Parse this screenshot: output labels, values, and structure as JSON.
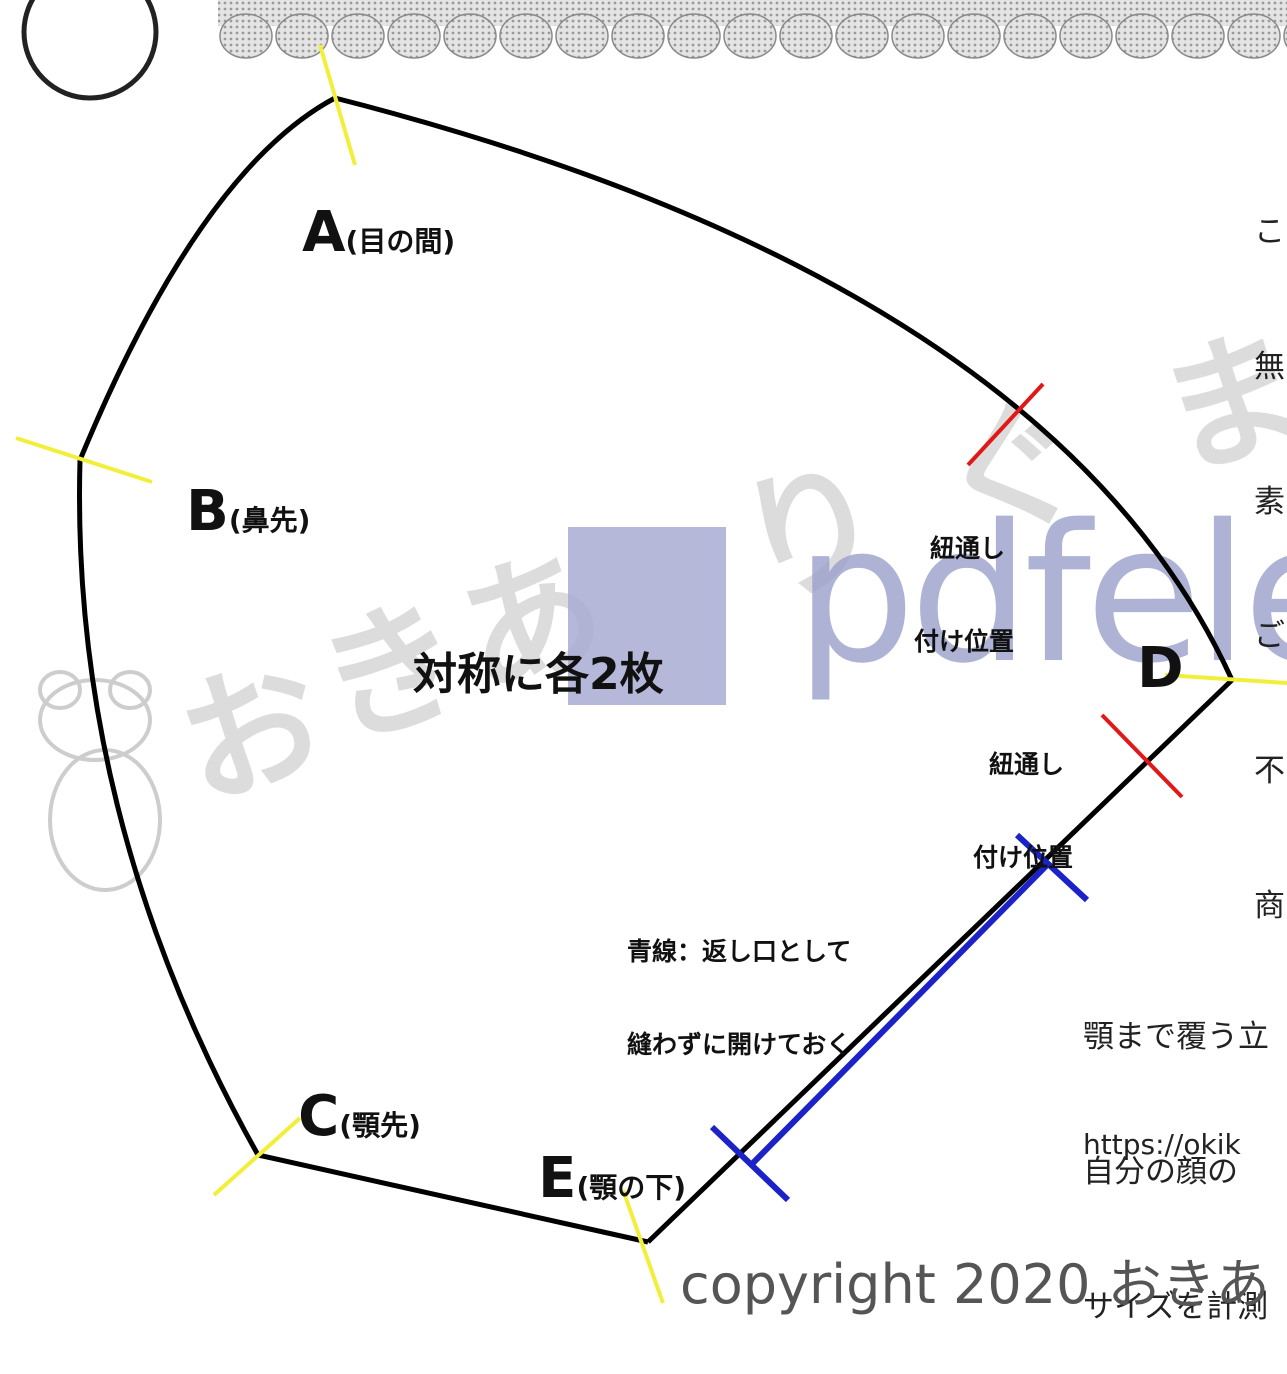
{
  "points": {
    "a": {
      "letter": "A",
      "label": "(目の間)"
    },
    "b": {
      "letter": "B",
      "label": "(鼻先)"
    },
    "c": {
      "letter": "C",
      "label": "(顎先)"
    },
    "d": {
      "letter": "D",
      "label": ""
    },
    "e": {
      "letter": "E",
      "label": "(顎の下)"
    }
  },
  "notes": {
    "string_1": [
      "紐通し",
      "付け位置"
    ],
    "string_2": [
      "紐通し",
      "付け位置"
    ],
    "opening": [
      "青線：返し口として",
      "縫わずに開けておく"
    ]
  },
  "center_label": "対称に各2枚",
  "side_text": {
    "top_chars": [
      "こ",
      "無",
      "素",
      "ご",
      "不",
      "商"
    ],
    "bottom_lines": [
      "顎まで覆う立",
      "自分の顔の",
      "サイズを計測"
    ]
  },
  "url": "https://okik",
  "copyright": "copyright 2020 おきあ",
  "watermark_text": "pdfelem",
  "colors": {
    "outline": "#000000",
    "marker_yellow": "#f2ef3a",
    "marker_red": "#e01818",
    "opening_blue": "#1a22c8",
    "watermark_blue": "#9aa0cc"
  }
}
